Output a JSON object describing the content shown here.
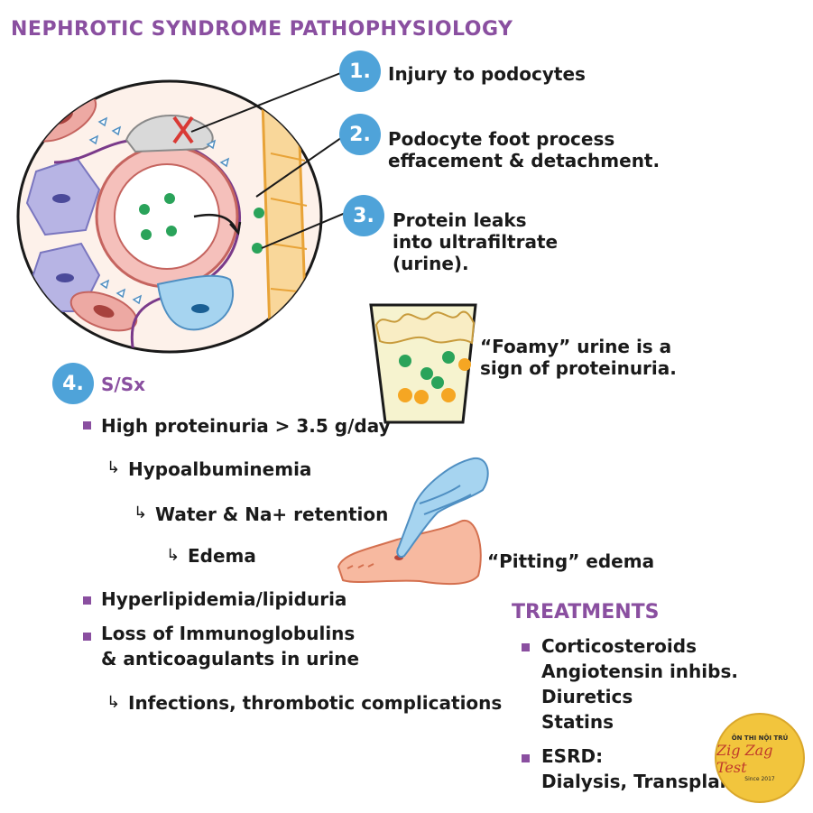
{
  "title": "NEPHROTIC SYNDROME PATHOPHYSIOLOGY",
  "steps": [
    {
      "num": "1.",
      "lines": [
        "Injury to podocytes"
      ]
    },
    {
      "num": "2.",
      "lines": [
        "Podocyte foot process",
        "effacement & detachment."
      ]
    },
    {
      "num": "3.",
      "lines": [
        "Protein leaks",
        "into ultrafiltrate",
        "(urine)."
      ]
    }
  ],
  "foamy": {
    "lines": [
      "“Foamy” urine is a",
      "sign of proteinuria."
    ]
  },
  "ssx": {
    "num": "4.",
    "label": "S/Sx",
    "items": [
      {
        "kind": "bullet",
        "text": "High proteinuria > 3.5 g/day"
      },
      {
        "kind": "arrow",
        "text": "Hypoalbuminemia"
      },
      {
        "kind": "arrow",
        "text": "Water & Na+ retention"
      },
      {
        "kind": "arrow",
        "text": "Edema"
      },
      {
        "kind": "bullet",
        "text": "Hyperlipidemia/lipiduria"
      },
      {
        "kind": "bullet",
        "text": "Loss of Immunoglobulins"
      },
      {
        "kind": "cont",
        "text": "& anticoagulants in urine"
      },
      {
        "kind": "arrow",
        "text": "Infections, thrombotic complications"
      }
    ]
  },
  "pitting": "“Pitting” edema",
  "treatments": {
    "heading": "TREATMENTS",
    "group1": [
      "Corticosteroids",
      "Angiotensin inhibs.",
      "Diuretics",
      "Statins"
    ],
    "group2": [
      "ESRD:",
      "Dialysis, Transplant"
    ]
  },
  "logo": {
    "top": "ÔN THI NỘI TRÚ",
    "script": "Zig Zag Test",
    "bottom": "Since 2017"
  },
  "colors": {
    "accent": "#8a4fa0",
    "badge": "#4fa3d9"
  }
}
